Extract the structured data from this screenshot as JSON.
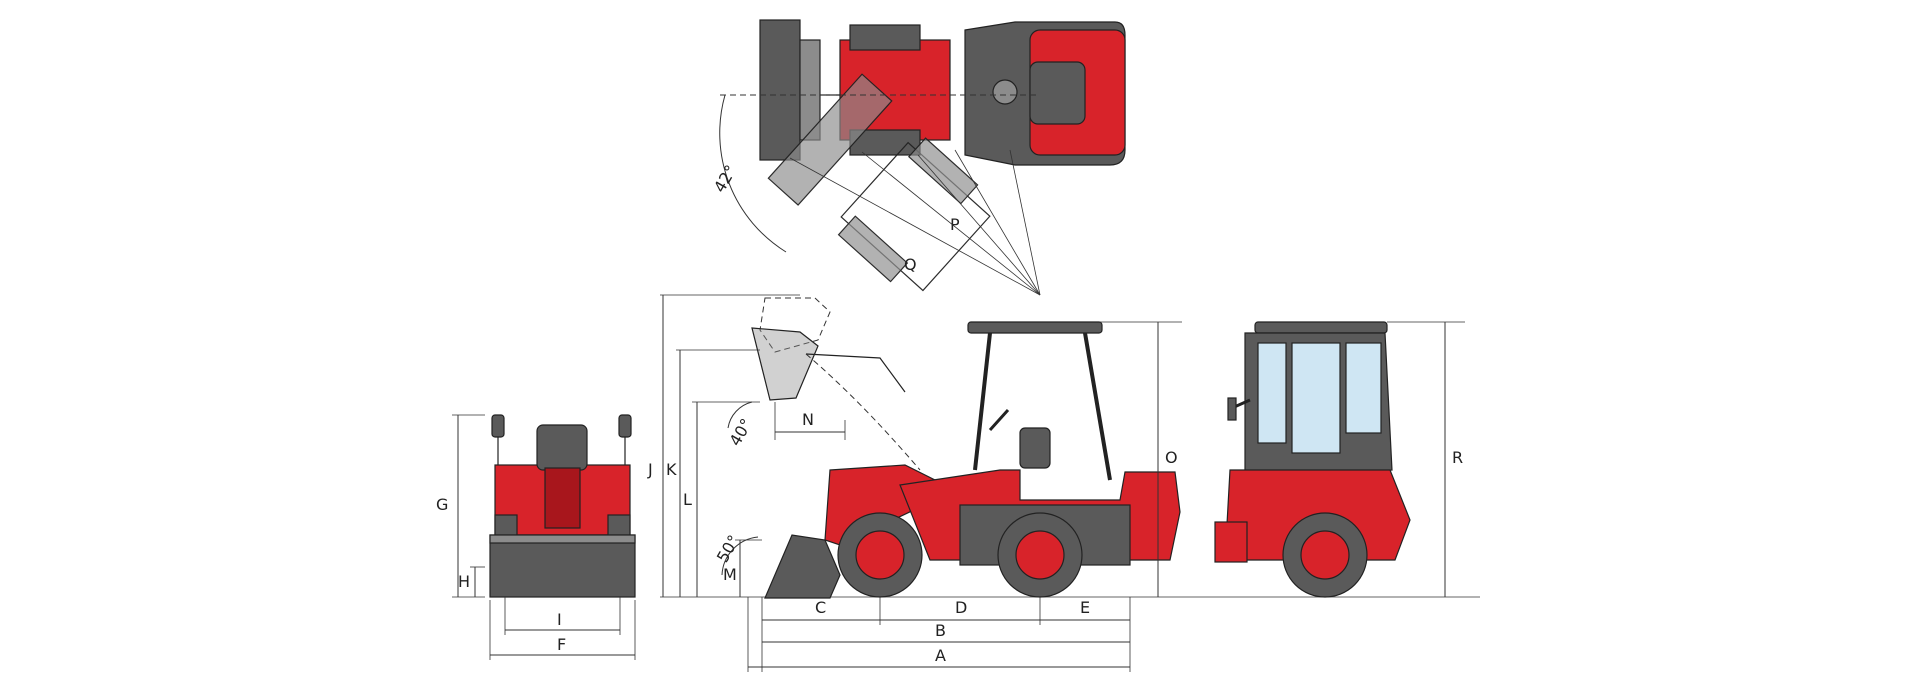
{
  "colors": {
    "machine_red": "#d8232a",
    "machine_dark_red": "#a8161c",
    "machine_grey": "#5a5a5a",
    "line": "#333333",
    "glass": "#cfe6f3"
  },
  "top_view": {
    "angle_label": "42°",
    "labels": {
      "P": "P",
      "Q": "Q"
    }
  },
  "front_view": {
    "labels": {
      "G": "G",
      "H": "H",
      "I": "I",
      "F": "F"
    }
  },
  "side_view": {
    "labels": {
      "J": "J",
      "K": "K",
      "L": "L",
      "M": "M",
      "N": "N",
      "A": "A",
      "B": "B",
      "C": "C",
      "D": "D",
      "E": "E",
      "O": "O"
    },
    "angle_dump": "40°",
    "angle_rollback": "50°"
  },
  "cab_view": {
    "labels": {
      "R": "R"
    }
  }
}
